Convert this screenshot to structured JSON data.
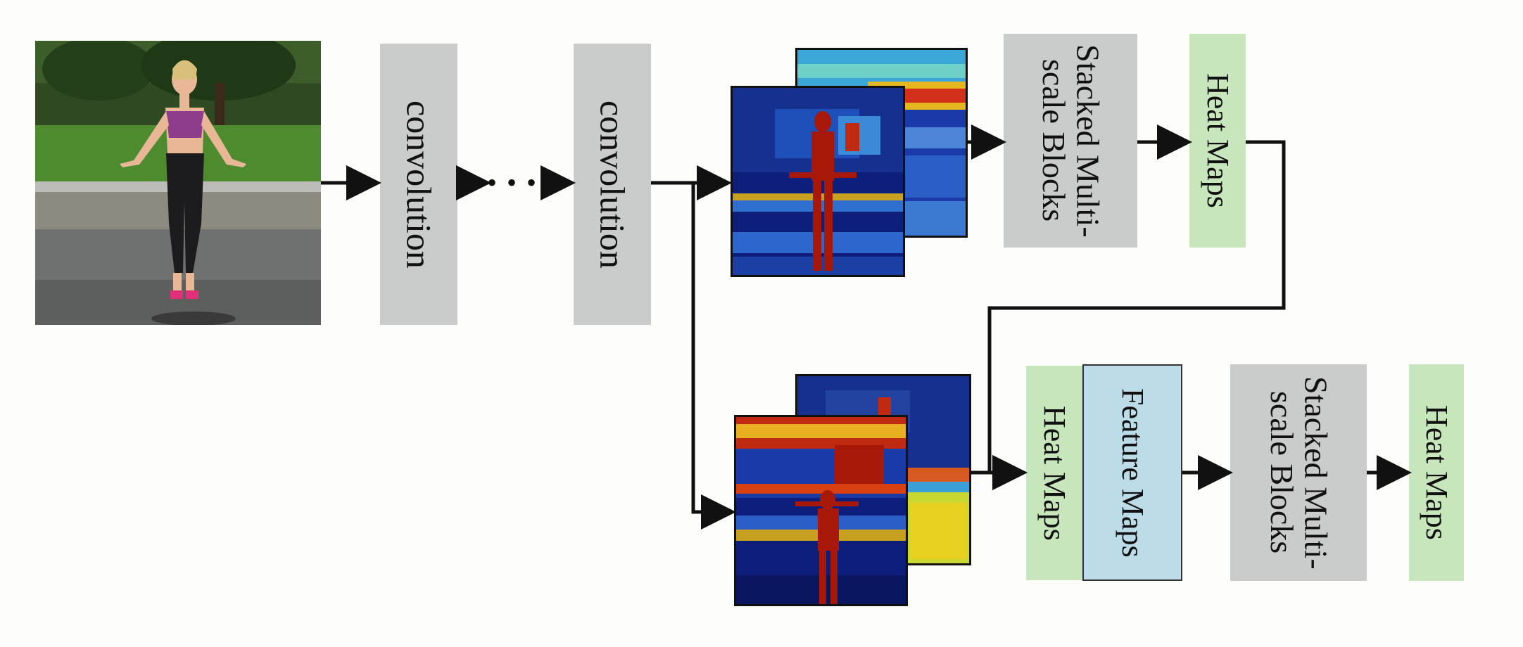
{
  "blocks": {
    "conv1": "convolution",
    "conv2": "convolution",
    "stacked_top": "Stacked Multi-scale Blocks",
    "heat_top": "Heat Maps",
    "heat_bottom_in": "Heat Maps",
    "feature_maps": "Feature Maps",
    "stacked_bottom": "Stacked Multi-scale Blocks",
    "heat_bottom_out": "Heat Maps"
  },
  "ellipsis": "• • •",
  "colors": {
    "gray_block": "#c9ccca",
    "green_block": "#c7e6bb",
    "blue_block": "#bcdde8",
    "heatmap_dark": "#0d1f7a",
    "heatmap_hot": "#a81808",
    "arrow": "#111111"
  }
}
